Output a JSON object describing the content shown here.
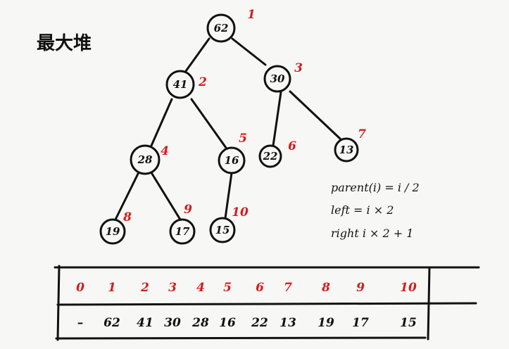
{
  "title": "最大堆",
  "nodes": [
    {
      "value": "62",
      "index": "1"
    },
    {
      "value": "41",
      "index": "2"
    },
    {
      "value": "30",
      "index": "3"
    },
    {
      "value": "28",
      "index": "4"
    },
    {
      "value": "16",
      "index": "5"
    },
    {
      "value": "22",
      "index": "6"
    },
    {
      "value": "13",
      "index": "7"
    },
    {
      "value": "19",
      "index": "8"
    },
    {
      "value": "17",
      "index": "9"
    },
    {
      "value": "15",
      "index": "10"
    }
  ],
  "formulas": [
    "parent(i) = i / 2",
    "left = i × 2",
    "right  i × 2 + 1"
  ],
  "array": {
    "indices": [
      "0",
      "1",
      "2",
      "3",
      "4",
      "5",
      "6",
      "7",
      "8",
      "9",
      "10"
    ],
    "values": [
      "–",
      "62",
      "41",
      "30",
      "28",
      "16",
      "22",
      "13",
      "19",
      "17",
      "15"
    ]
  }
}
